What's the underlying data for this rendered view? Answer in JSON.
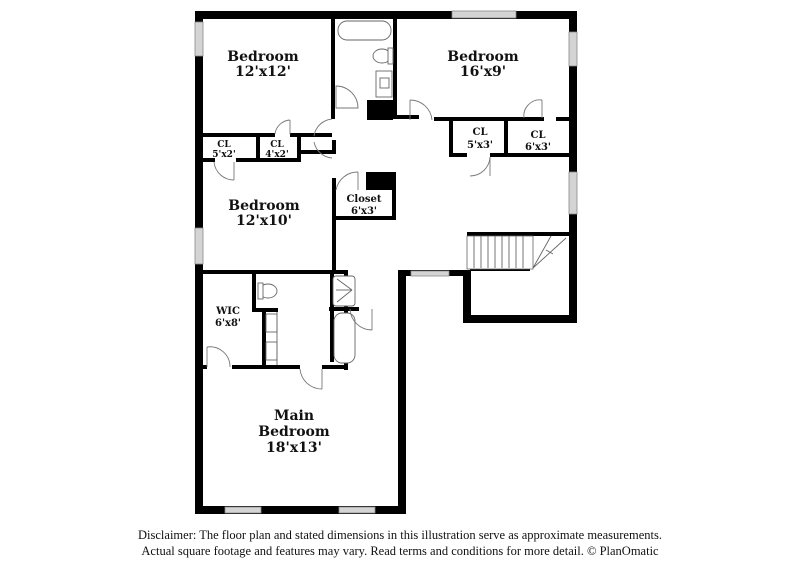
{
  "floor_plan": {
    "rooms": [
      {
        "id": "bedroom-nw",
        "name": "Bedroom",
        "dimensions": "12'x12'"
      },
      {
        "id": "bedroom-ne",
        "name": "Bedroom",
        "dimensions": "16'x9'"
      },
      {
        "id": "closet-cl-5x2",
        "name": "CL",
        "dimensions": "5'x2'"
      },
      {
        "id": "closet-cl-4x2",
        "name": "CL",
        "dimensions": "4'x2'"
      },
      {
        "id": "closet-cl-5x3",
        "name": "CL",
        "dimensions": "5'x3'"
      },
      {
        "id": "closet-cl-6x3",
        "name": "CL",
        "dimensions": "6'x3'"
      },
      {
        "id": "bedroom-w",
        "name": "Bedroom",
        "dimensions": "12'x10'"
      },
      {
        "id": "hall-closet",
        "name": "Closet",
        "dimensions": "6'x3'"
      },
      {
        "id": "wic",
        "name": "WIC",
        "dimensions": "6'x8'"
      },
      {
        "id": "main-bedroom",
        "name_line1": "Main",
        "name_line2": "Bedroom",
        "dimensions": "18'x13'"
      }
    ]
  },
  "disclaimer": {
    "line1": "Disclaimer: The floor plan and stated dimensions in this illustration serve as approximate measurements.",
    "line2": "Actual square footage and features may vary. Read terms and conditions for more detail. © PlanOmatic"
  }
}
